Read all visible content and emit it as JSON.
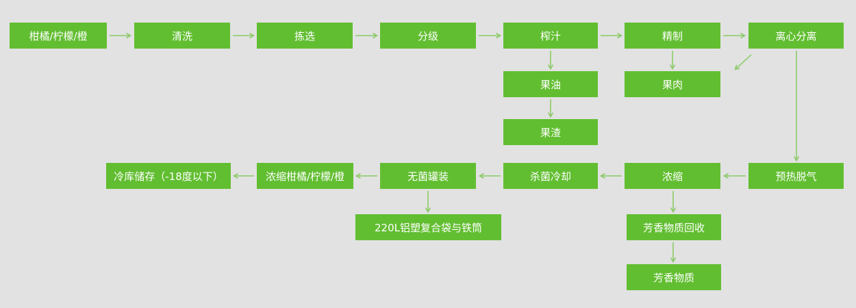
{
  "diagram": {
    "type": "flowchart",
    "colors": {
      "background": "#e2e2e2",
      "node_fill": "#62be31",
      "node_text": "#ffffff",
      "arrow": "#95ce74"
    },
    "nodes": [
      {
        "id": "citrus-raw",
        "label": "柑橘/柠檬/橙"
      },
      {
        "id": "washing",
        "label": "清洗"
      },
      {
        "id": "sorting",
        "label": "拣选"
      },
      {
        "id": "grading",
        "label": "分级"
      },
      {
        "id": "juicing",
        "label": "榨汁"
      },
      {
        "id": "refining",
        "label": "精制"
      },
      {
        "id": "centrifugal-separation",
        "label": "离心分离"
      },
      {
        "id": "fruit-oil",
        "label": "果油"
      },
      {
        "id": "fruit-pulp",
        "label": "果肉"
      },
      {
        "id": "fruit-pomace",
        "label": "果渣"
      },
      {
        "id": "preheat-degassing",
        "label": "预热脱气"
      },
      {
        "id": "concentration",
        "label": "浓缩"
      },
      {
        "id": "sterilize-cool",
        "label": "杀菌冷却"
      },
      {
        "id": "aseptic-filling",
        "label": "无菌罐装"
      },
      {
        "id": "concentrated-citrus",
        "label": "浓缩柑橘/柠檬/橙"
      },
      {
        "id": "cold-storage",
        "label": "冷库储存（-18度以下）"
      },
      {
        "id": "bag-and-drum",
        "label": "220L铝塑复合袋与铁筒"
      },
      {
        "id": "aroma-recovery",
        "label": "芳香物质回收"
      },
      {
        "id": "aroma-substance",
        "label": "芳香物质"
      }
    ],
    "edges": [
      {
        "from": "citrus-raw",
        "to": "washing"
      },
      {
        "from": "washing",
        "to": "sorting"
      },
      {
        "from": "sorting",
        "to": "grading"
      },
      {
        "from": "grading",
        "to": "juicing"
      },
      {
        "from": "juicing",
        "to": "refining"
      },
      {
        "from": "refining",
        "to": "centrifugal-separation"
      },
      {
        "from": "juicing",
        "to": "fruit-oil"
      },
      {
        "from": "fruit-oil",
        "to": "fruit-pomace"
      },
      {
        "from": "refining",
        "to": "fruit-pulp"
      },
      {
        "from": "centrifugal-separation",
        "to": "fruit-pulp"
      },
      {
        "from": "centrifugal-separation",
        "to": "preheat-degassing"
      },
      {
        "from": "preheat-degassing",
        "to": "concentration"
      },
      {
        "from": "concentration",
        "to": "sterilize-cool"
      },
      {
        "from": "sterilize-cool",
        "to": "aseptic-filling"
      },
      {
        "from": "aseptic-filling",
        "to": "concentrated-citrus"
      },
      {
        "from": "concentrated-citrus",
        "to": "cold-storage"
      },
      {
        "from": "aseptic-filling",
        "to": "bag-and-drum"
      },
      {
        "from": "concentration",
        "to": "aroma-recovery"
      },
      {
        "from": "aroma-recovery",
        "to": "aroma-substance"
      }
    ]
  }
}
